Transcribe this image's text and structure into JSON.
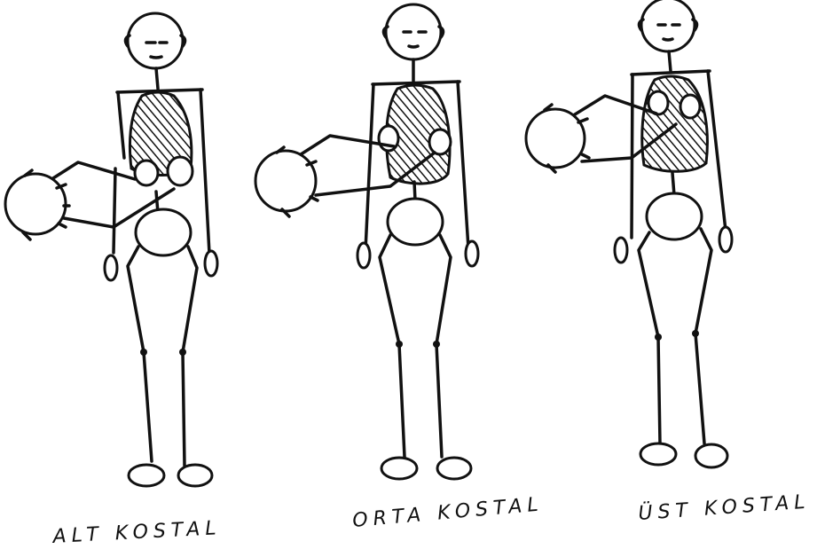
{
  "figures": [
    {
      "label": "ALT KOSTAL"
    },
    {
      "label": "ORTA KOSTAL"
    },
    {
      "label": "ÜST KOSTAL"
    }
  ]
}
